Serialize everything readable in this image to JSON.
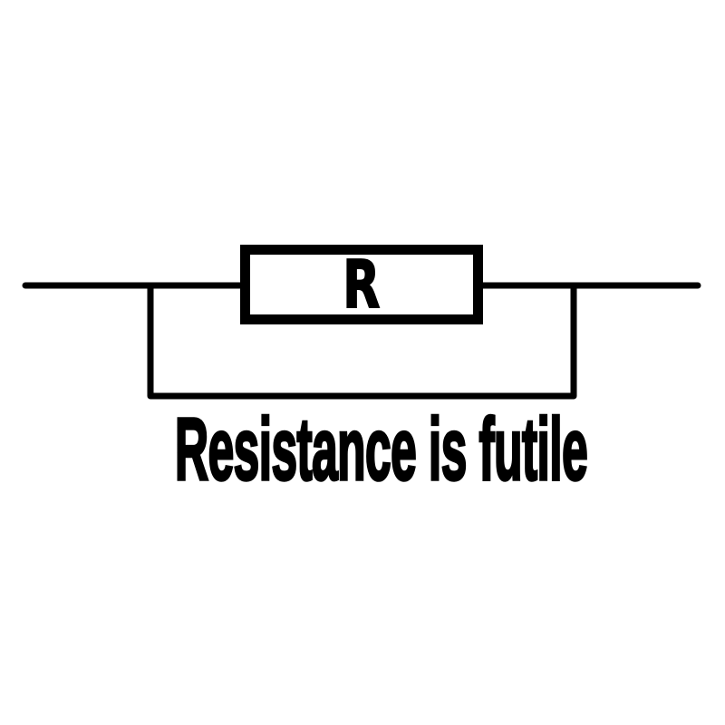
{
  "canvas": {
    "background_color": "#ffffff",
    "ink_color": "#000000"
  },
  "diagram": {
    "type": "circuit-schematic",
    "description": "A resistor symbol short-circuited by a bypass wire",
    "resistor_label": "R",
    "caption": "Resistance is futile"
  }
}
